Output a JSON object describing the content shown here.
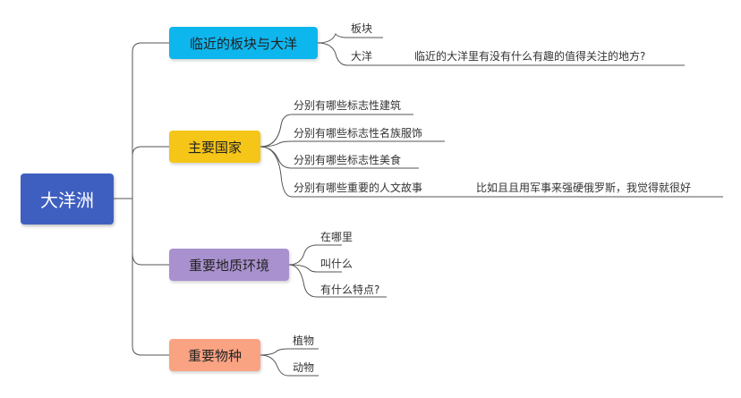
{
  "root": {
    "label": "大洋洲",
    "color": "#3f5fc0"
  },
  "branches": [
    {
      "label": "临近的板块与大洋",
      "color": "#0eb6ee",
      "children": [
        {
          "label": "板块"
        },
        {
          "label": "大洋",
          "note": "临近的大洋里有没有什么有趣的值得关注的地方?"
        }
      ]
    },
    {
      "label": "主要国家",
      "color": "#f5c518",
      "children": [
        {
          "label": "分别有哪些标志性建筑"
        },
        {
          "label": "分别有哪些标志性名族服饰"
        },
        {
          "label": "分别有哪些标志性美食"
        },
        {
          "label": "分别有哪些重要的人文故事",
          "note": "比如且且用军事来强硬俄罗斯，我觉得就很好"
        }
      ]
    },
    {
      "label": "重要地质环境",
      "color": "#a991cf",
      "children": [
        {
          "label": "在哪里"
        },
        {
          "label": "叫什么"
        },
        {
          "label": "有什么特点?"
        }
      ]
    },
    {
      "label": "重要物种",
      "color": "#f9a383",
      "children": [
        {
          "label": "植物"
        },
        {
          "label": "动物"
        }
      ]
    }
  ]
}
